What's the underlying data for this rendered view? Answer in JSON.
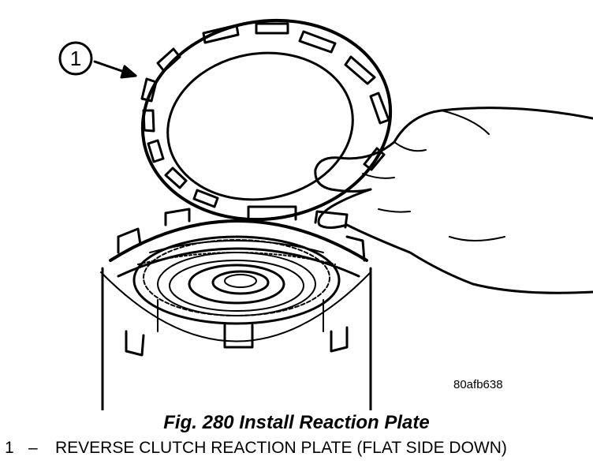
{
  "illustration": {
    "callout_number": "1",
    "image_code": "80afb638"
  },
  "caption": {
    "figure": "Fig. 280 Install Reaction Plate"
  },
  "legend": [
    {
      "number": "1",
      "dash": "–",
      "text": "REVERSE CLUTCH REACTION PLATE (FLAT SIDE DOWN)"
    }
  ]
}
